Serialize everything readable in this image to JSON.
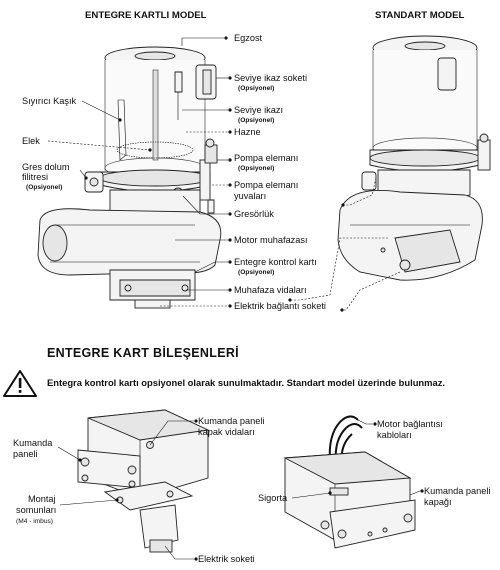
{
  "titles": {
    "integrated_model": "ENTEGRE KARTLI MODEL",
    "standard_model": "STANDART MODEL",
    "section_heading": "ENTEGRE KART BİLEŞENLERİ"
  },
  "warning": {
    "icon": "warning-triangle-icon",
    "text": "Entegra kontrol kartı opsiyonel olarak sunulmaktadır. Standart model üzerinde bulunmaz."
  },
  "optional_tag": "(Opsiyonel)",
  "labels_right": {
    "exhaust": "Egzost",
    "level_warning_socket": "Seviye ikaz soketi",
    "level_warning": "Seviye ikazı",
    "reservoir": "Hazne",
    "pump_element": "Pompa elemanı",
    "pump_element_seat_line1": "Pompa elemanı",
    "pump_element_seat_line2": "yuvaları",
    "grease_nipple": "Gresörlük",
    "motor_housing": "Motor muhafazası",
    "control_card": "Entegre kontrol kartı",
    "housing_screws": "Muhafaza vidaları",
    "electric_socket": "Elektrik bağlantı soketi"
  },
  "labels_left": {
    "scraper_blade": "Sıyırıcı Kaşık",
    "strainer": "Elek",
    "grease_filter_line1": "Gres dolum",
    "grease_filter_line2": "filitresi"
  },
  "bottom_left": {
    "control_panel_screws_line1": "Kumanda paneli",
    "control_panel_screws_line2": "kapak vidaları",
    "control_panel_line1": "Kumanda",
    "control_panel_line2": "paneli",
    "mount_nuts_line1": "Montaj",
    "mount_nuts_line2": "somunları",
    "mount_nuts_spec": "(M4 - imbus)",
    "electric_socket": "Elektrik soketi"
  },
  "bottom_right": {
    "motor_cables_line1": "Motor bağlantısı",
    "motor_cables_line2": "kabloları",
    "fuse": "Sigorta",
    "panel_cover_line1": "Kumanda paneli",
    "panel_cover_line2": "kapağı"
  }
}
